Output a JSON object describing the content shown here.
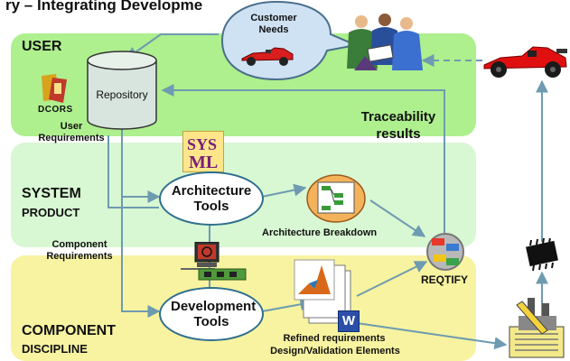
{
  "title_fragment": "ry – Integrating Developme",
  "bands": {
    "user": {
      "title": "USER",
      "color": "#aeef8e"
    },
    "system": {
      "title": "SYSTEM",
      "subtitle": "PRODUCT",
      "color": "#d8f7d3"
    },
    "component": {
      "title": "COMPONENT",
      "subtitle": "DISCIPLINE",
      "color": "#f7f3a0"
    }
  },
  "customer_needs": "Customer Needs",
  "repository": "Repository",
  "dcor": "DCORS",
  "user_requirements": "User Requirements",
  "traceability": "Traceability results",
  "architecture_tools": "Architecture Tools",
  "architecture_breakdown": "Architecture Breakdown",
  "component_requirements": "Component Requirements",
  "development_tools": "Development Tools",
  "reqtify": "REQTIFY",
  "refined": "Refined requirements",
  "design_validation": "Design/Validation Elements",
  "sysml_logo": "SysML",
  "word_logo": "W",
  "icons": [
    "race-car-icon",
    "people-meeting-icon",
    "chip-icon",
    "factory-document-icon",
    "matlab-icon",
    "word-icon",
    "computer-icon",
    "reqtify-icon"
  ],
  "arrow_color": "#6e9bb0"
}
